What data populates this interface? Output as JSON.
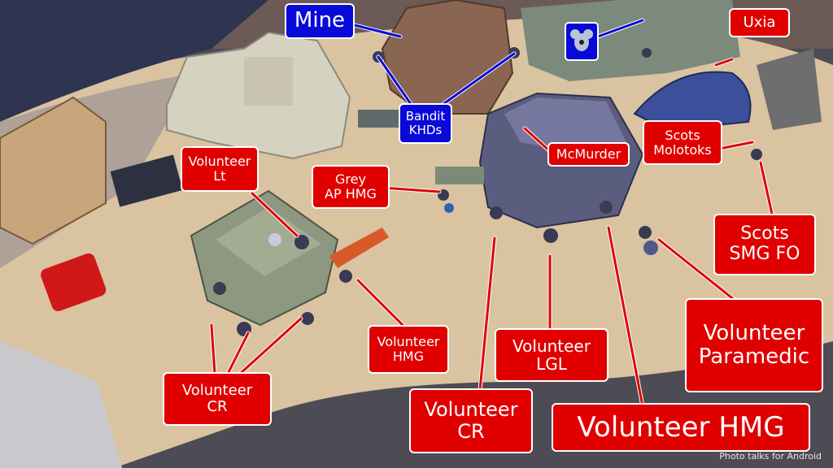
{
  "labels": {
    "mine": "Mine",
    "bandit_khds": "Bandit\nKHDs",
    "uxia": "Uxia",
    "volunteer_lt": "Volunteer\nLt",
    "grey_ap_hmg": "Grey\nAP HMG",
    "mcmurder": "McMurder",
    "scots_molotoks": "Scots\nMolotoks",
    "scots_smg_fo": "Scots\nSMG FO",
    "volunteer_hmg_left": "Volunteer\nHMG",
    "volunteer_lgl": "Volunteer\nLGL",
    "volunteer_paramedic": "Volunteer\nParamedic",
    "volunteer_cr_left": "Volunteer\nCR",
    "volunteer_cr_center": "Volunteer\nCR",
    "volunteer_hmg_big": "Volunteer HMG"
  },
  "watermark": "Photo talks for Android",
  "icons": {
    "koala_marker": "koala-icon"
  },
  "colors": {
    "label_red": "#e00000",
    "label_blue": "#0a0ad8",
    "table": "#d9c3a0",
    "mat": "#3a3f5c"
  }
}
